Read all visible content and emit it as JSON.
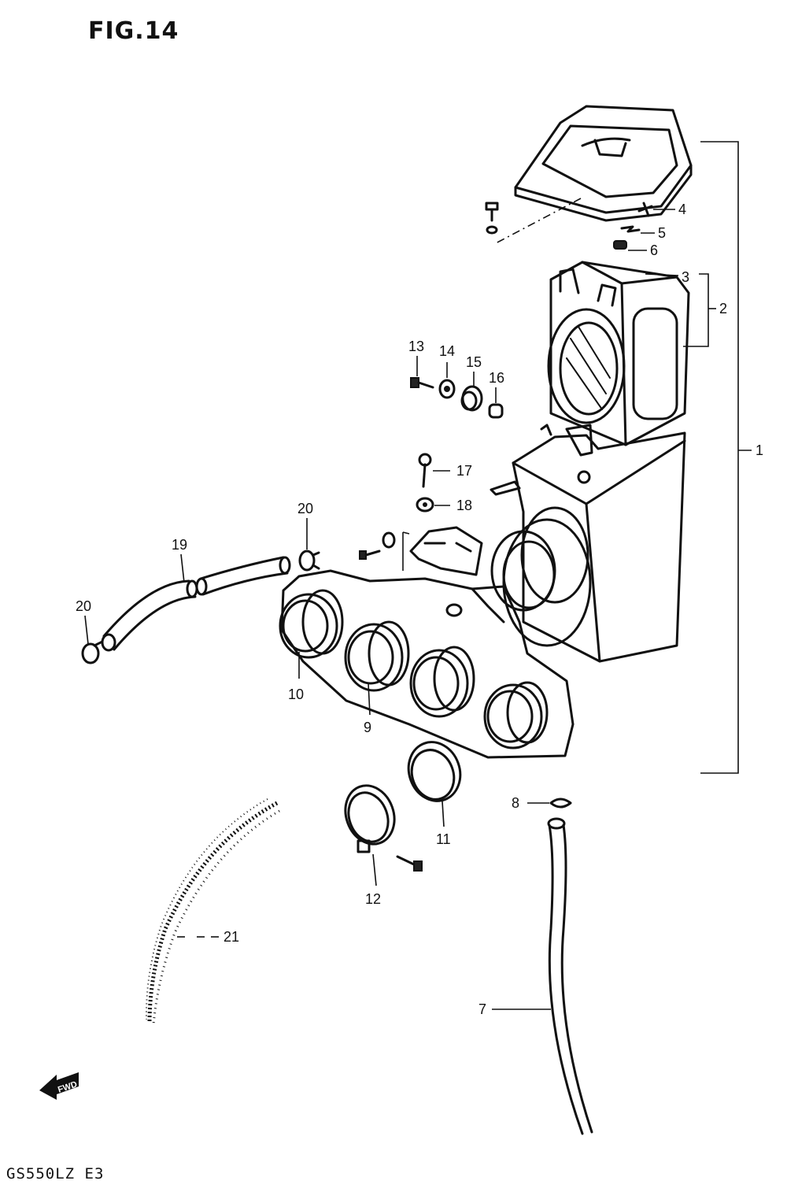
{
  "figure": {
    "title": "FIG.14",
    "model_code": "GS550LZ E3",
    "fwd_label": "FWD"
  },
  "callouts": {
    "c1": "1",
    "c2": "2",
    "c3": "3",
    "c4": "4",
    "c5": "5",
    "c6": "6",
    "c7": "7",
    "c8": "8",
    "c9": "9",
    "c10": "10",
    "c11": "11",
    "c12": "12",
    "c13": "13",
    "c14": "14",
    "c15": "15",
    "c16": "16",
    "c17": "17",
    "c18": "18",
    "c19": "19",
    "c20a": "20",
    "c20b": "20",
    "c21": "21"
  }
}
